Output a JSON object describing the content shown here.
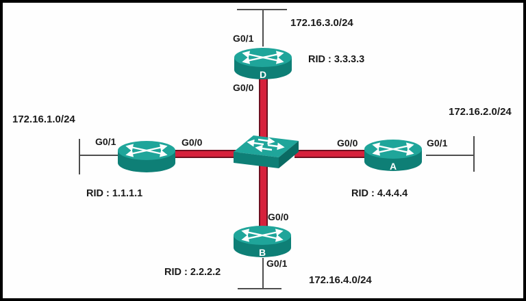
{
  "diagram_type": "network-topology",
  "colors": {
    "device_top": "#1fa59a",
    "device_body": "#0e7f76",
    "device_side": "#0a6b63",
    "link_red": "#d6213c",
    "link_red_edge": "#6e0f1f",
    "segment_line": "#4d4d4d",
    "text": "#1a1a1a",
    "frame": "#000000"
  },
  "switch": {
    "name": "central LAN switch"
  },
  "routers": {
    "left": {
      "letter": "",
      "rid": "RID : 1.1.1.1",
      "network": "172.16.1.0/24",
      "lan_if": "G0/1",
      "core_if": "G0/0"
    },
    "top": {
      "letter": "D",
      "rid": "RID : 3.3.3.3",
      "network": "172.16.3.0/24",
      "lan_if": "G0/1",
      "core_if": "G0/0"
    },
    "right": {
      "letter": "A",
      "rid": "RID : 4.4.4.4",
      "network": "172.16.2.0/24",
      "lan_if": "G0/1",
      "core_if": "G0/0"
    },
    "bottom": {
      "letter": "B",
      "rid": "RID : 2.2.2.2",
      "network": "172.16.4.0/24",
      "lan_if": "G0/1",
      "core_if": "G0/0"
    }
  }
}
